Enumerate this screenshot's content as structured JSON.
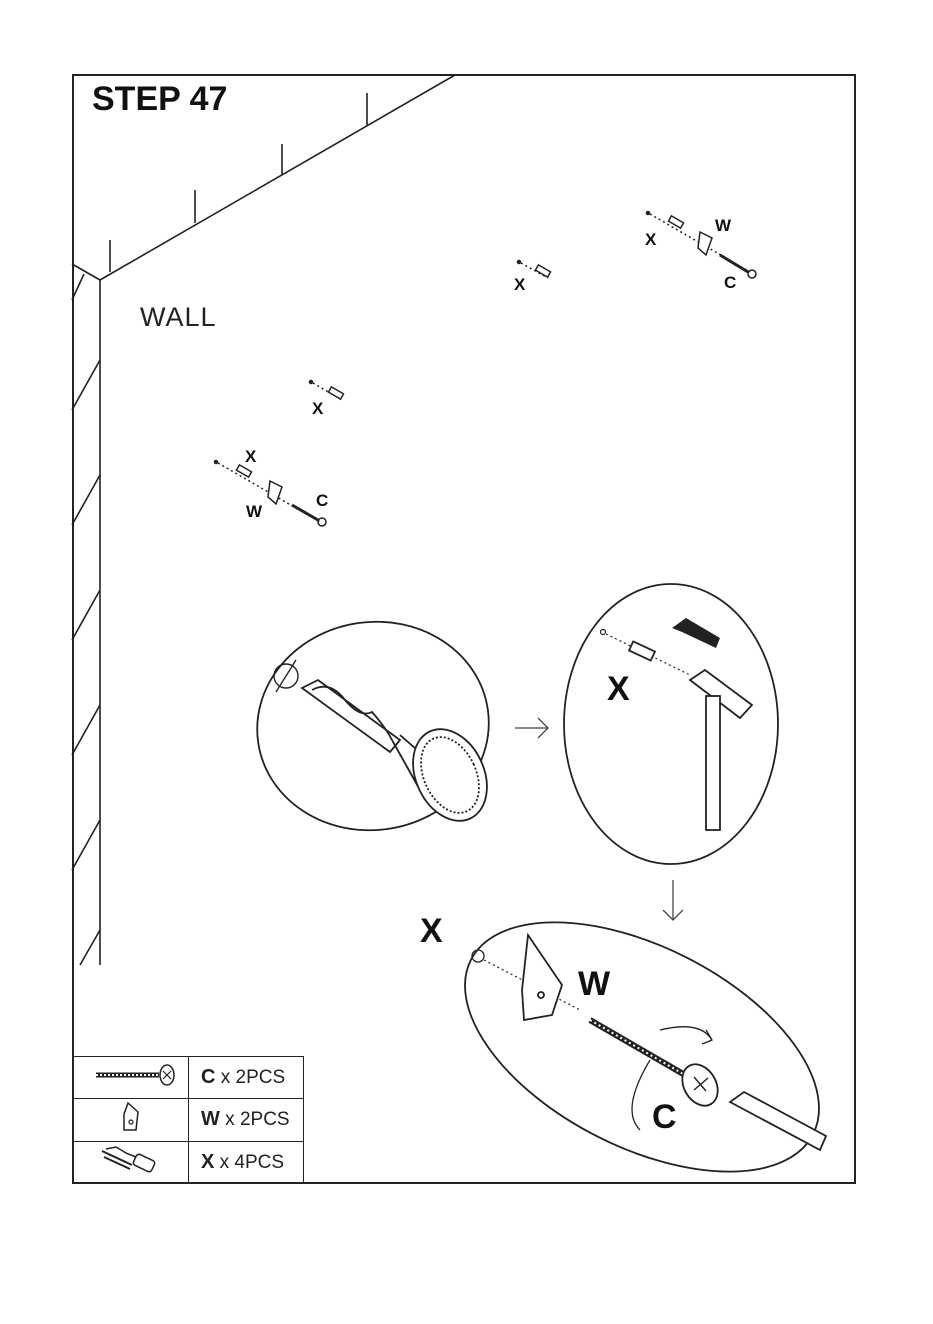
{
  "step_title": "STEP 47",
  "wall_label": "WALL",
  "callouts": {
    "top_right_x": "X",
    "top_right_w": "W",
    "top_right_c": "C",
    "mid_x": "X",
    "left_x_upper": "X",
    "left_x": "X",
    "left_w": "W",
    "left_c": "C",
    "hammer_x": "X",
    "final_x": "X",
    "final_w": "W",
    "final_c": "C"
  },
  "parts_list": [
    {
      "code": "C",
      "qty": "x 2PCS",
      "icon": "screw-icon"
    },
    {
      "code": "W",
      "qty": "x 2PCS",
      "icon": "bracket-icon"
    },
    {
      "code": "X",
      "qty": "x 4PCS",
      "icon": "wall-plug-icon"
    }
  ]
}
